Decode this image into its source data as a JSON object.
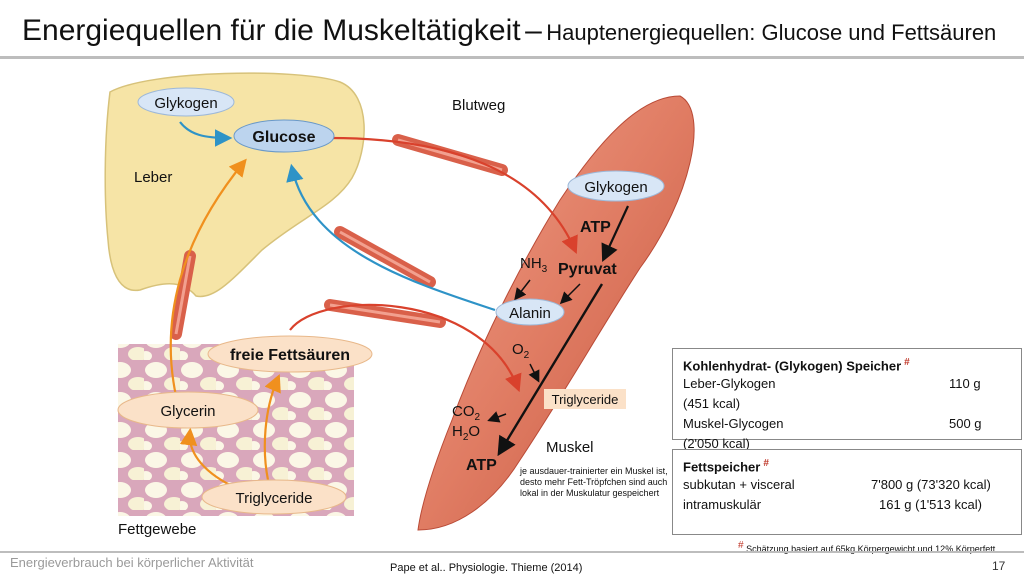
{
  "title": {
    "main": "Energiequellen für die Muskeltätigkeit",
    "dash": "–",
    "sub": "Hauptenergiequellen: Glucose und Fettsäuren"
  },
  "diagram": {
    "glykogen_liver": "Glykogen",
    "glucose": "Glucose",
    "leber": "Leber",
    "blutweg": "Blutweg",
    "glykogen_muscle": "Glykogen",
    "atp_top": "ATP",
    "nh3": "NH",
    "nh3_sub": "3",
    "pyruvat": "Pyruvat",
    "alanin": "Alanin",
    "o2": "O",
    "o2_sub": "2",
    "triglyceride_muscle": "Triglyceride",
    "co2": "CO",
    "co2_sub": "2",
    "h2o_h": "H",
    "h2o_sub": "2",
    "h2o_o": "O",
    "atp_bottom": "ATP",
    "muskel": "Muskel",
    "freie_fettsaeuren": "freie Fettsäuren",
    "glycerin": "Glycerin",
    "triglyceride_fat": "Triglyceride",
    "fettgewebe": "Fettgewebe"
  },
  "note": "je ausdauer-trainierter ein Muskel ist, desto mehr Fett-Tröpfchen sind auch lokal in der  Muskulatur gespeichert",
  "kh_box": {
    "header": "Kohlenhydrat- (Glykogen) Speicher",
    "hash": "#",
    "leber_label": "Leber-Glykogen",
    "leber_value": "110 g",
    "leber_kcal": "(451 kcal)",
    "muskel_label": "Muskel-Glycogen",
    "muskel_value": "500 g",
    "muskel_kcal": "(2'050 kcal)"
  },
  "fett_box": {
    "header": "Fettspeicher",
    "hash": "#",
    "subkutan_label": "subkutan + visceral",
    "subkutan_value": "7'800 g  (73'320 kcal)",
    "intra_label": "intramuskulär",
    "intra_value": "161 g   (1'513 kcal)"
  },
  "estimate": {
    "hash": "#",
    "text": " Schätzung basiert auf 65kg Körpergewicht und 12% Körperfett"
  },
  "footer": {
    "left": "Energieverbrauch bei körperlicher Aktivität",
    "center": "Pape et al.. Physiologie. Thieme (2014)",
    "page": "17"
  },
  "colors": {
    "liver": "#f6e4a6",
    "muscle": "#e07c63",
    "vessel": "#d9604a",
    "ellipse_blue": "#d8e6f6",
    "ellipse_orange": "#fbe1c8",
    "arrow_red": "#d9412c",
    "arrow_blue": "#2e93c7",
    "arrow_orange": "#f0901e",
    "fat_tissue": "#e6c2cf"
  }
}
